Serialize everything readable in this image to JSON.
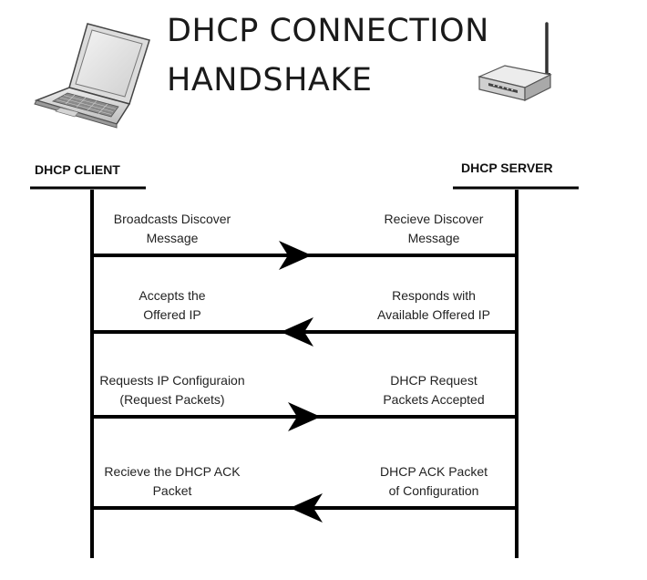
{
  "title": {
    "line1": "DHCP CONNECTION",
    "line2": "HANDSHAKE"
  },
  "client": {
    "label": "DHCP CLIENT",
    "icon": "laptop-icon"
  },
  "server": {
    "label": "DHCP SERVER",
    "icon": "router-icon"
  },
  "messages": [
    {
      "direction": "client-to-server",
      "client_text": [
        "Broadcasts Discover",
        "Message"
      ],
      "server_text": [
        "Recieve Discover",
        "Message"
      ]
    },
    {
      "direction": "server-to-client",
      "client_text": [
        "Accepts the",
        "Offered IP"
      ],
      "server_text": [
        "Responds with",
        "Available Offered IP"
      ]
    },
    {
      "direction": "client-to-server",
      "client_text": [
        "Requests IP Configuraion",
        "(Request Packets)"
      ],
      "server_text": [
        "DHCP Request",
        "Packets Accepted"
      ]
    },
    {
      "direction": "server-to-client",
      "client_text": [
        "Recieve the DHCP ACK",
        "Packet"
      ],
      "server_text": [
        "DHCP ACK Packet",
        "of Configuration"
      ]
    }
  ],
  "colors": {
    "line": "#000000",
    "text": "#222222",
    "device_body": "#e6e6e6",
    "device_dark": "#555555"
  }
}
